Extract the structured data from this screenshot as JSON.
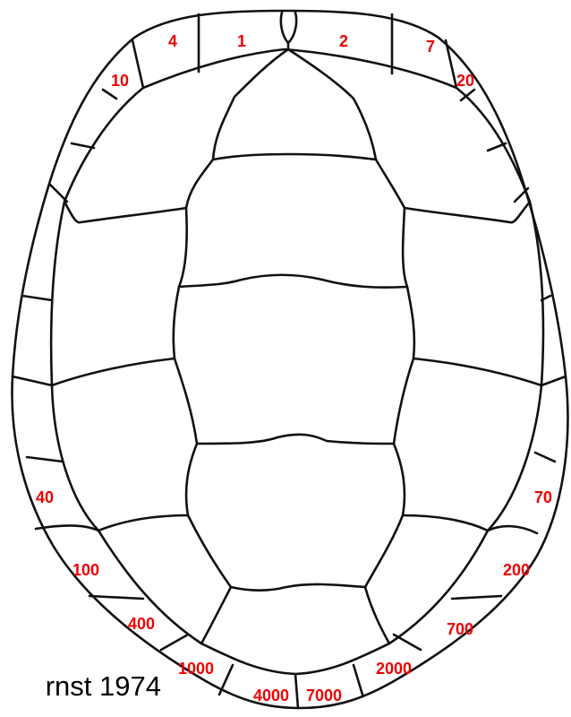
{
  "label_color": "#ee0000",
  "line_color": "#111111",
  "caption": "rnst 1974",
  "labels": {
    "s1": "1",
    "s2": "2",
    "s4": "4",
    "s7": "7",
    "s10": "10",
    "s20": "20",
    "s40": "40",
    "s70": "70",
    "s100": "100",
    "s200": "200",
    "s400": "400",
    "s700": "700",
    "s1000": "1000",
    "s2000": "2000",
    "s4000": "4000",
    "s7000": "7000"
  }
}
